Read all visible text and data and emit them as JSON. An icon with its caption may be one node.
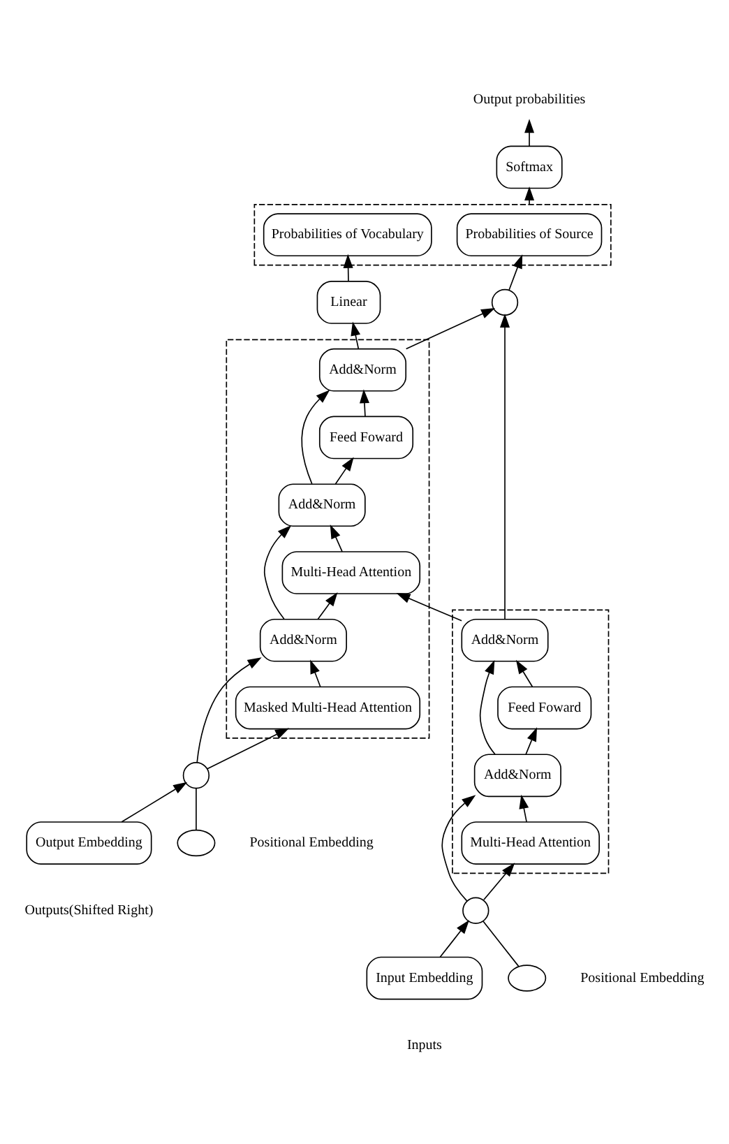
{
  "diagram": {
    "nodes": [
      {
        "text": [
          "Softmax"
        ]
      },
      {
        "text": [],
        "shape": "box"
      },
      {
        "text": [
          "Probabilities of Source"
        ],
        "in": 1
      },
      {
        "text": [
          "Probabilities of Vocabulary"
        ],
        "in": 1
      },
      {
        "text": [
          "Linear"
        ]
      },
      {
        "text": [],
        "shape": "circle"
      },
      {
        "text": [],
        "shape": "box"
      },
      {
        "text": [
          "Add&Norm"
        ],
        "in": 6
      },
      {
        "text": [
          "Feed Foward"
        ],
        "in": 6
      },
      {
        "text": [
          "Add&Norm"
        ],
        "in": 6
      },
      {
        "text": [
          "Multi-Head Attention"
        ],
        "in": 6
      },
      {
        "text": [
          "Add&Norm"
        ],
        "in": 6
      },
      {
        "text": [
          "Masked Multi-Head Attention"
        ],
        "in": 6
      },
      {
        "text": [],
        "shape": "box"
      },
      {
        "text": [
          "Add&Norm"
        ],
        "in": 13
      },
      {
        "text": [
          "Feed Foward"
        ],
        "in": 13
      },
      {
        "text": [
          "Add&Norm"
        ],
        "in": 13
      },
      {
        "text": [
          "Multi-Head Attention"
        ],
        "in": 13
      },
      {
        "text": [],
        "shape": "circle"
      },
      {
        "text": [],
        "shape": "ellipse",
        "beside": [
          "Positional Embedding"
        ]
      },
      {
        "text": [
          "Input Embedding"
        ],
        "beside": [
          "Inputs"
        ]
      },
      {
        "text": [],
        "shape": "circle"
      },
      {
        "text": [],
        "shape": "ellipse",
        "beside": [
          "Positional Embedding"
        ]
      },
      {
        "text": [
          "Output Embedding"
        ],
        "beside": [
          "Outputs(Shifted Right)"
        ]
      },
      {
        "text": [
          "Output probabilities"
        ]
      }
    ],
    "edges": [
      {
        "from": 20,
        "to": 18,
        "arrow": "to"
      },
      {
        "from": 19,
        "to": 18,
        "arrow": "none"
      },
      {
        "from": 18,
        "to": 17,
        "arrow": "to"
      },
      {
        "from": 18,
        "to": 16,
        "arrow": "to"
      },
      {
        "from": 17,
        "to": 16,
        "arrow": "to"
      },
      {
        "from": 16,
        "to": 15,
        "arrow": "to"
      },
      {
        "from": 16,
        "to": 14,
        "arrow": "to"
      },
      {
        "from": 15,
        "to": 14,
        "arrow": "to"
      },
      {
        "from": 14,
        "to": 5,
        "arrow": "to"
      },
      {
        "from": 14,
        "to": 10,
        "arrow": "to"
      },
      {
        "from": 23,
        "to": 21,
        "arrow": "to"
      },
      {
        "from": 22,
        "to": 21,
        "arrow": "none"
      },
      {
        "from": 21,
        "to": 12,
        "arrow": "to"
      },
      {
        "from": 21,
        "to": 11,
        "arrow": "to"
      },
      {
        "from": 12,
        "to": 11,
        "arrow": "to"
      },
      {
        "from": 11,
        "to": 10,
        "arrow": "to"
      },
      {
        "from": 11,
        "to": 9,
        "arrow": "to"
      },
      {
        "from": 10,
        "to": 9,
        "arrow": "to"
      },
      {
        "from": 9,
        "to": 8,
        "arrow": "to"
      },
      {
        "from": 9,
        "to": 7,
        "arrow": "to"
      },
      {
        "from": 8,
        "to": 7,
        "arrow": "to"
      },
      {
        "from": 7,
        "to": 4,
        "arrow": "to"
      },
      {
        "from": 7,
        "to": 5,
        "arrow": "to"
      },
      {
        "from": 5,
        "to": 2,
        "arrow": "to"
      },
      {
        "from": 4,
        "to": 3,
        "arrow": "to"
      },
      {
        "from": 1,
        "to": 0,
        "arrow": "to"
      },
      {
        "from": 0,
        "to": 24,
        "arrow": "to"
      }
    ]
  }
}
